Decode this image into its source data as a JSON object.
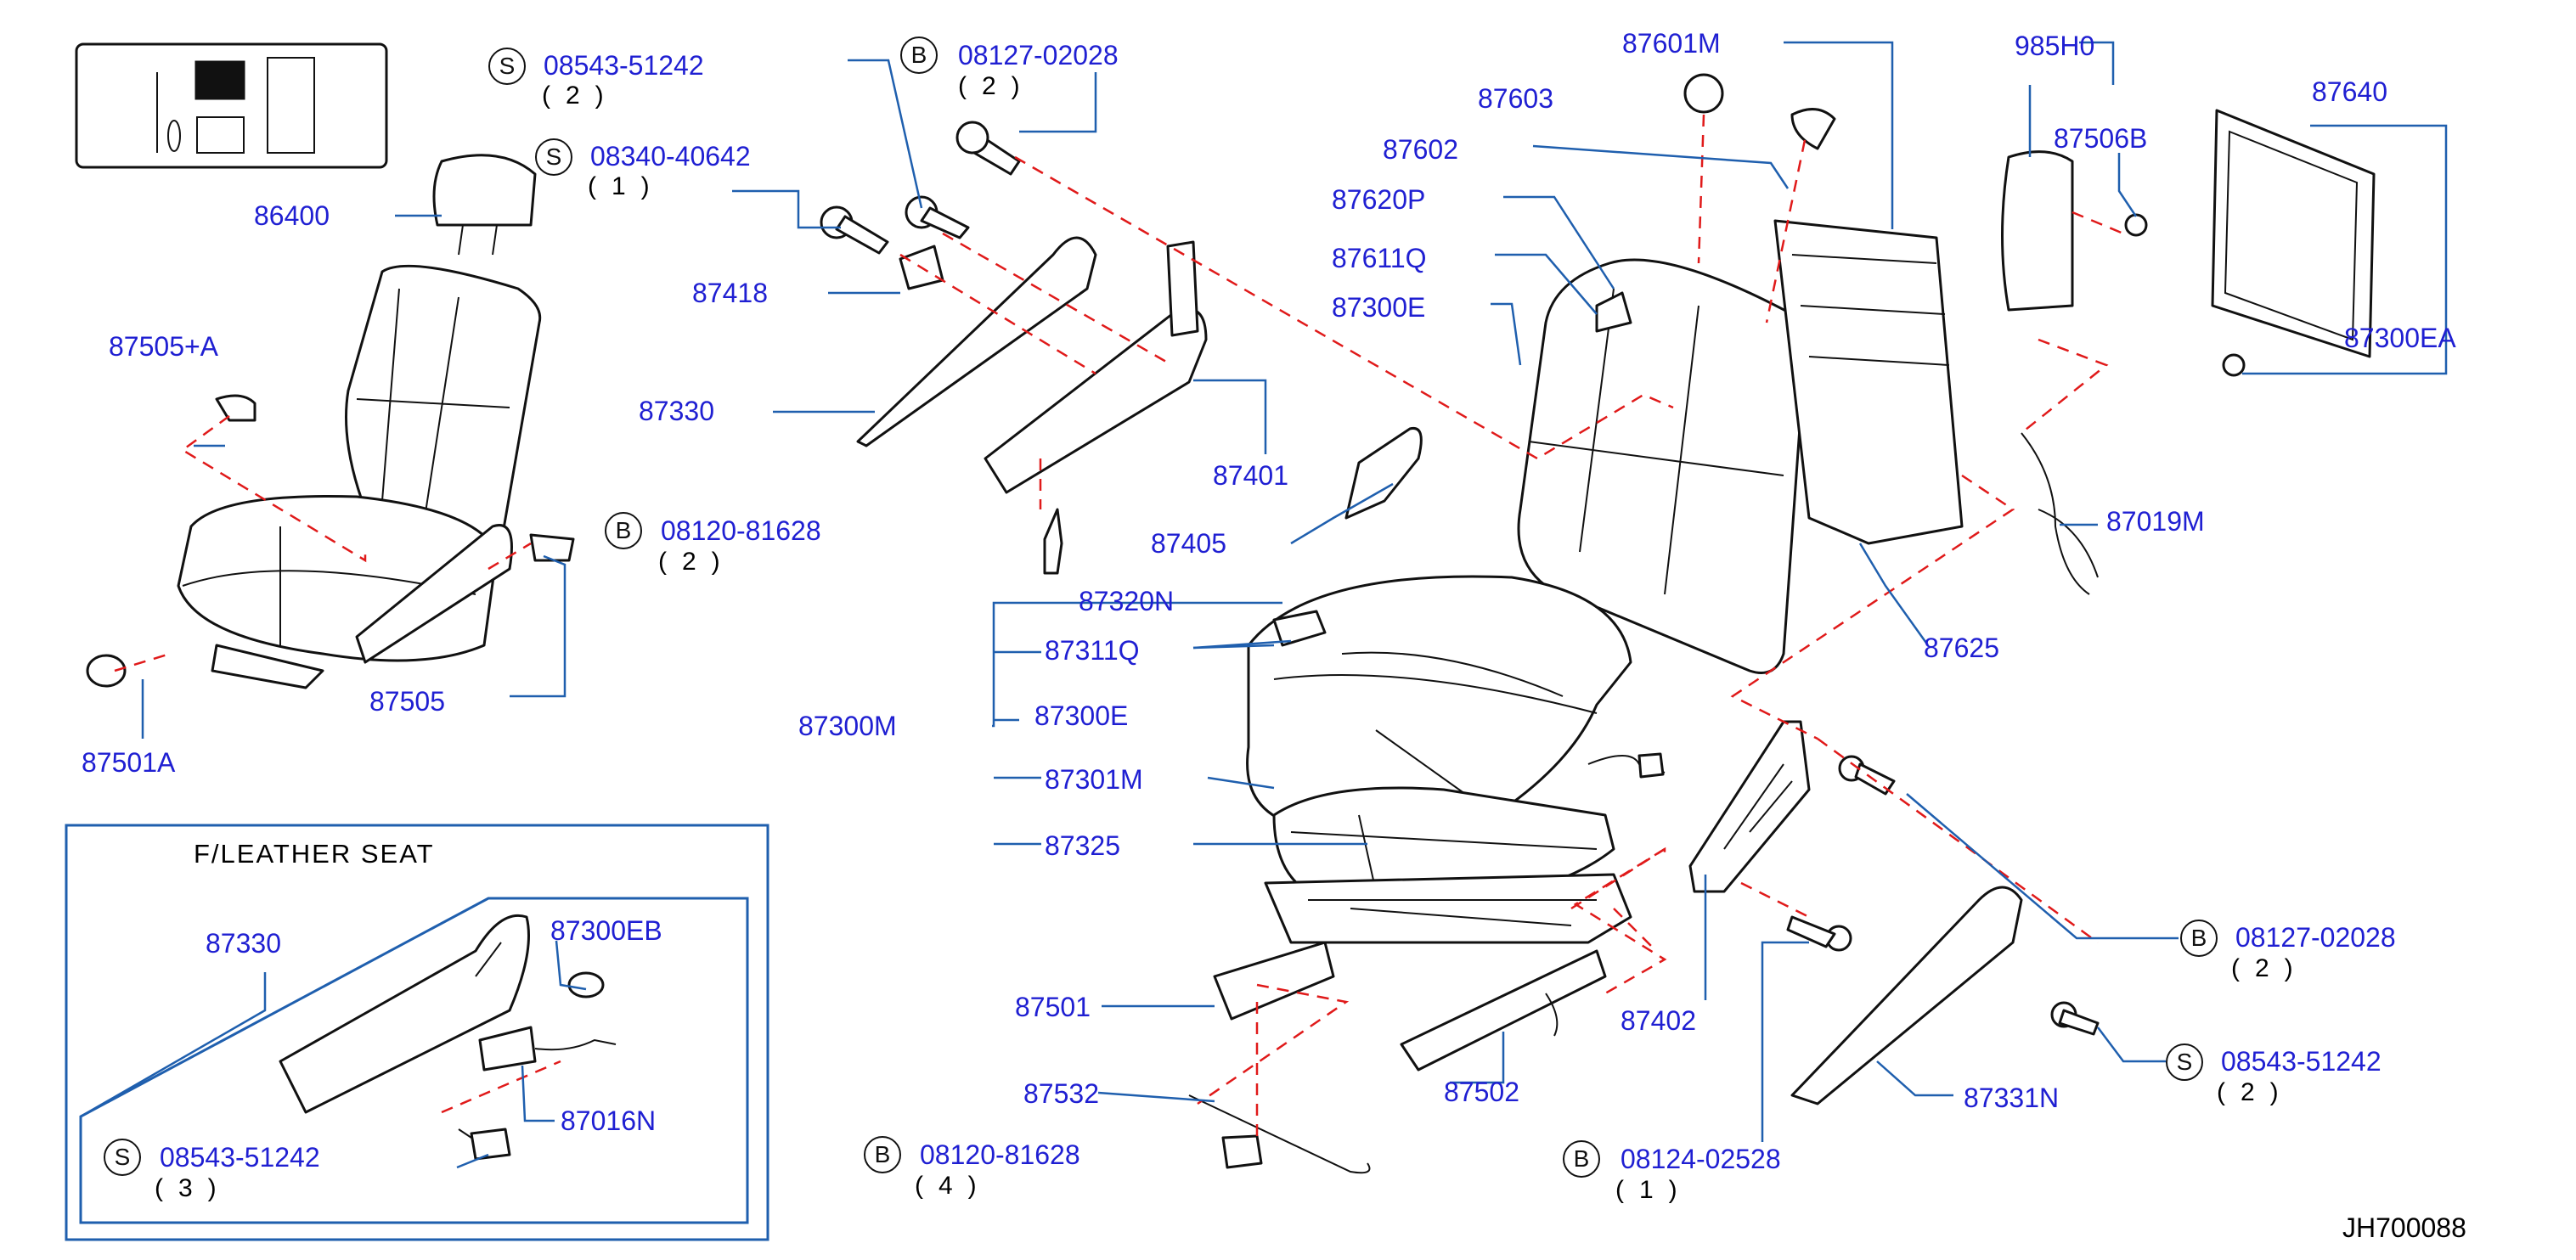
{
  "diagram": {
    "drawing_code": "JH700088",
    "inset_title": "F/LEATHER  SEAT",
    "parts": {
      "p86400": "86400",
      "p87505a": "87505+A",
      "p87505": "87505",
      "p87501a": "87501A",
      "p87418": "87418",
      "p87330": "87330",
      "p87401": "87401",
      "p87405": "87405",
      "p87603": "87603",
      "p87601m": "87601M",
      "p87602": "87602",
      "p87620p": "87620P",
      "p87611q": "87611Q",
      "p87300e_top": "87300E",
      "p985h0": "985H0",
      "p87506b": "87506B",
      "p87640": "87640",
      "p87300ea": "87300EA",
      "p87019m": "87019M",
      "p87625": "87625",
      "p87320n": "87320N",
      "p87311q": "87311Q",
      "p87300m": "87300M",
      "p87300e_mid": "87300E",
      "p87301m": "87301M",
      "p87325": "87325",
      "p87501": "87501",
      "p87532": "87532",
      "p87502": "87502",
      "p87402": "87402",
      "p87331n": "87331N",
      "inset_87330": "87330",
      "inset_87300eb": "87300EB",
      "inset_87016n": "87016N"
    },
    "fasteners": {
      "f1": {
        "type": "S",
        "code": "08543-51242",
        "qty": "(2)"
      },
      "f2": {
        "type": "S",
        "code": "08340-40642",
        "qty": "(1)"
      },
      "f3": {
        "type": "B",
        "code": "08127-02028",
        "qty": "(2)"
      },
      "f4": {
        "type": "B",
        "code": "08120-81628",
        "qty": "(2)"
      },
      "f5": {
        "type": "B",
        "code": "08120-81628",
        "qty": "(4)"
      },
      "f6": {
        "type": "B",
        "code": "08124-02528",
        "qty": "(1)"
      },
      "f7": {
        "type": "B",
        "code": "08127-02028",
        "qty": "(2)"
      },
      "f8": {
        "type": "S",
        "code": "08543-51242",
        "qty": "(2)"
      },
      "f9": {
        "type": "S",
        "code": "08543-51242",
        "qty": "(3)"
      }
    }
  }
}
